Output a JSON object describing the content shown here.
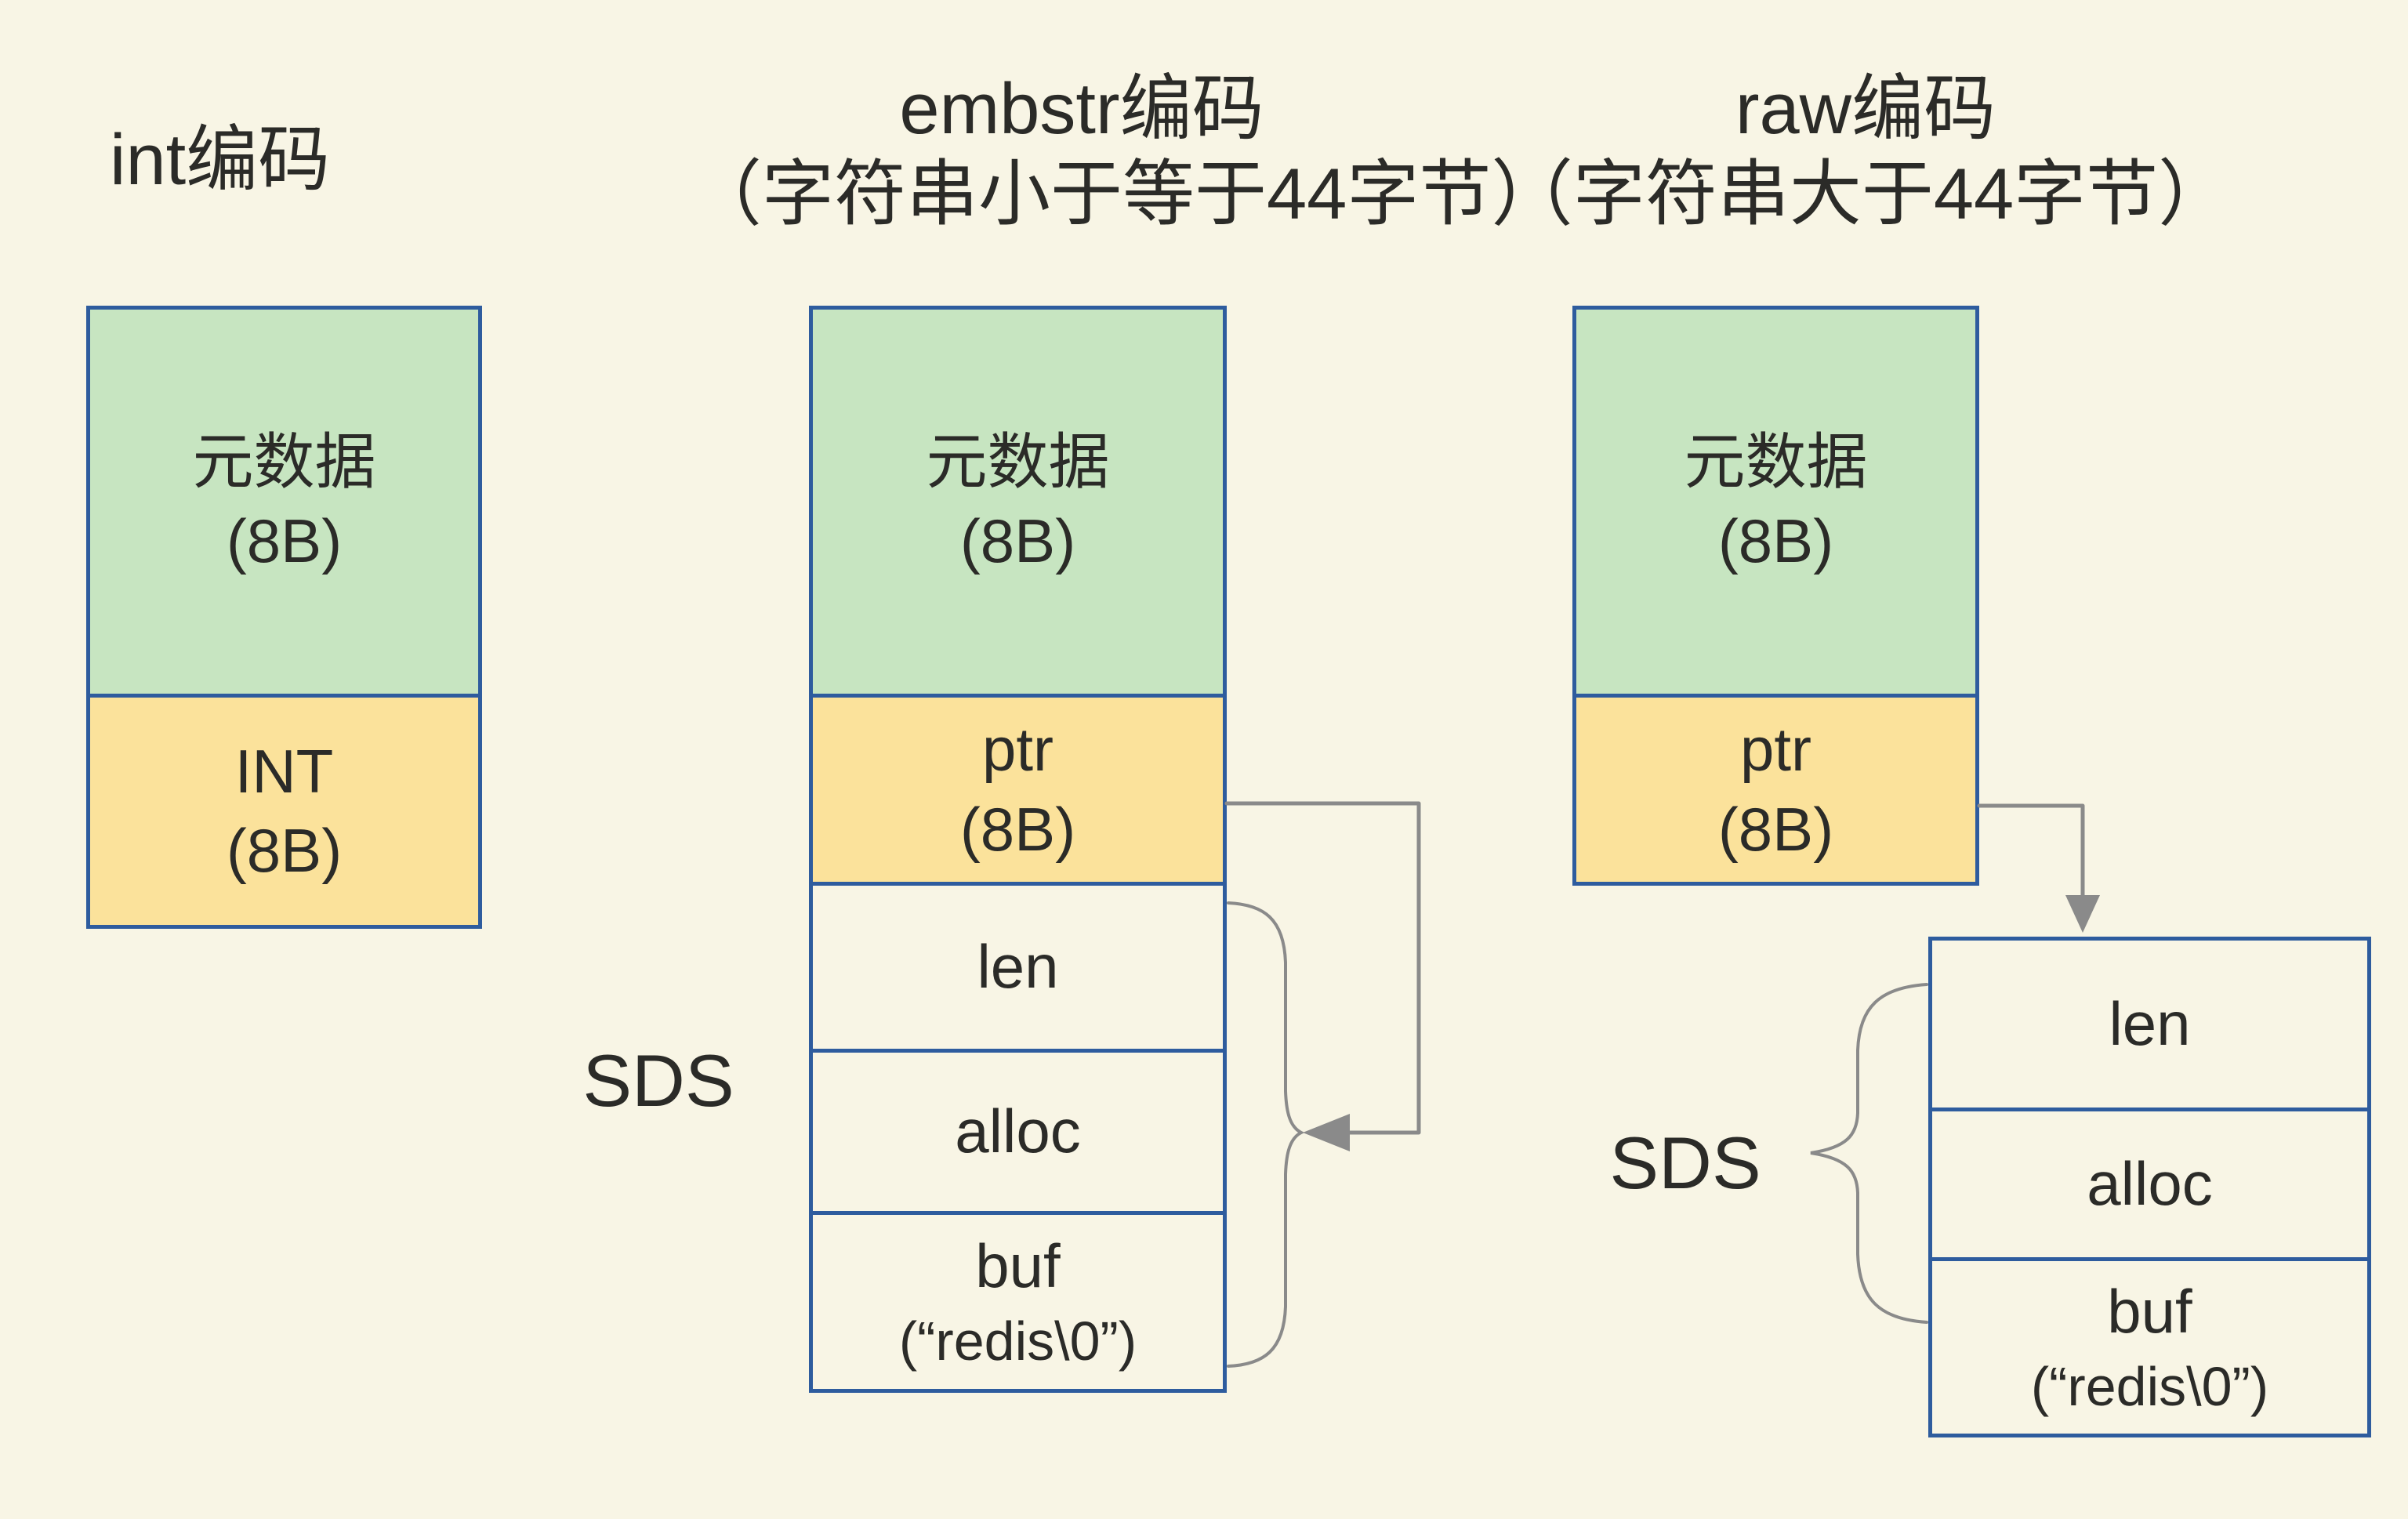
{
  "colors": {
    "bg": "#F8F5E5",
    "blue": "#2E5C9E",
    "green": "#C7E5C1",
    "yellow": "#FBE29B",
    "gray": "#8A8A8A",
    "ink": "#2B2B28"
  },
  "int_column": {
    "title": "int编码",
    "metadata_label": "元数据",
    "metadata_size": "(8B)",
    "int_label": "INT",
    "int_size": "(8B)"
  },
  "embstr_column": {
    "title_line1": "embstr编码",
    "title_line2": "（字符串小于等于44字节）",
    "metadata_label": "元数据",
    "metadata_size": "(8B)",
    "ptr_label": "ptr",
    "ptr_size": "(8B)",
    "sds_label": "SDS",
    "len_label": "len",
    "alloc_label": "alloc",
    "buf_label": "buf",
    "buf_value": "(“redis\\0”)"
  },
  "raw_column": {
    "title_line1": "raw编码",
    "title_line2": "（字符串大于44字节）",
    "metadata_label": "元数据",
    "metadata_size": "(8B)",
    "ptr_label": "ptr",
    "ptr_size": "(8B)",
    "sds_label": "SDS",
    "len_label": "len",
    "alloc_label": "alloc",
    "buf_label": "buf",
    "buf_value": "(“redis\\0”)"
  }
}
